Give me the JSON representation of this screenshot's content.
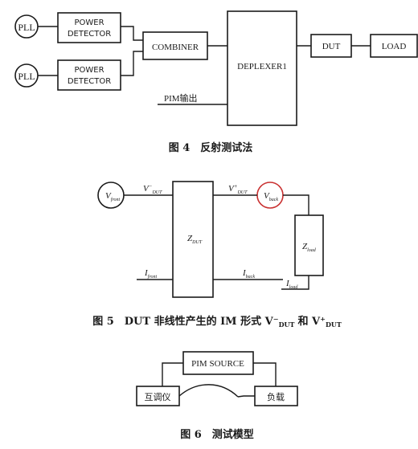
{
  "fig4": {
    "pll_top": "PLL",
    "pll_bottom": "PLL",
    "detector1_line1": "POWER",
    "detector1_line2": "DETECTOR",
    "detector2_line1": "POWER",
    "detector2_line2": "DETECTOR",
    "combiner": "COMBINER",
    "deplexer": "DEPLEXER1",
    "dut": "DUT",
    "load": "LOAD",
    "pim_output": "PIM输出",
    "caption": "图 4　反射测试法"
  },
  "fig5": {
    "v_front": "V",
    "v_front_sub": "front",
    "v_dut_minus": "V",
    "v_dut_minus_sup": "−",
    "v_dut_minus_sub": "DUT",
    "v_dut_plus": "V",
    "v_dut_plus_sup": "+",
    "v_dut_plus_sub": "DUT",
    "v_back": "V",
    "v_back_sub": "back",
    "z_dut": "Z",
    "z_dut_sub": "DUT",
    "z_load": "Z",
    "z_load_sub": "load",
    "i_front": "I",
    "i_front_sub": "front",
    "i_back": "I",
    "i_back_sub": "back",
    "i_load": "I",
    "i_load_sub": "load",
    "caption": "图 5　DUT 非线性产生的 IM 形式 V⁻",
    "caption_sub1": "DUT",
    "caption_mid": "和 V⁺",
    "caption_sub2": "DUT"
  },
  "fig6": {
    "source": "PIM SOURCE",
    "left": "互调仪",
    "right": "负载",
    "caption": "图 6　测试模型"
  }
}
